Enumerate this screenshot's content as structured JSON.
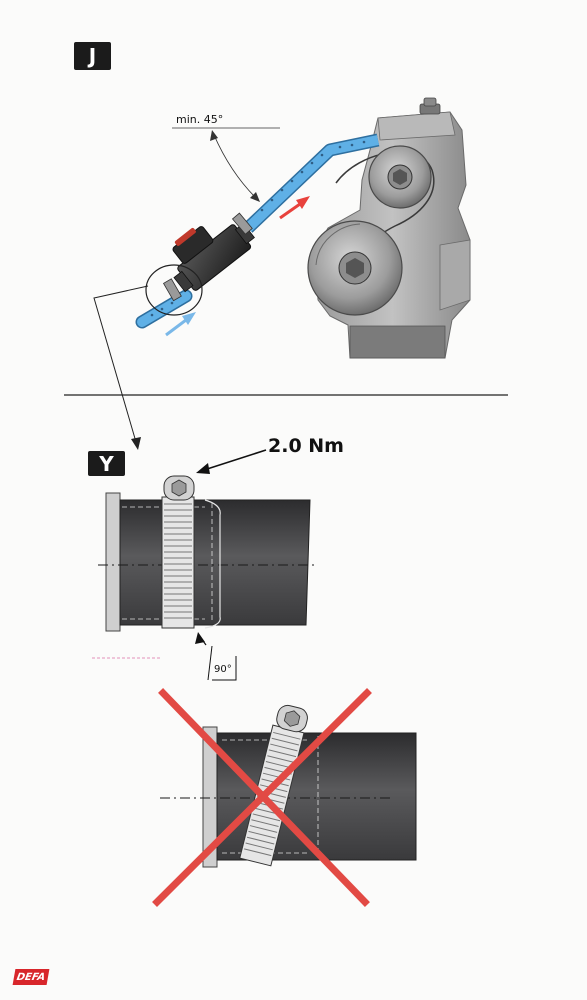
{
  "panel_j": {
    "badge": "J",
    "angle_label": "min. 45°"
  },
  "panel_y": {
    "badge": "Y",
    "torque_label": "2.0 Nm",
    "angle_label": "90°"
  },
  "brand": {
    "logo_text": "DEFA"
  },
  "colors": {
    "hose_blue": "#5fb0e6",
    "arrow_red": "#e8423c",
    "cross_red": "#e24a44",
    "engine_grey": "#8f8f8f",
    "tube_dark": "#4b4b4d",
    "badge_black": "#1b1b1b"
  }
}
